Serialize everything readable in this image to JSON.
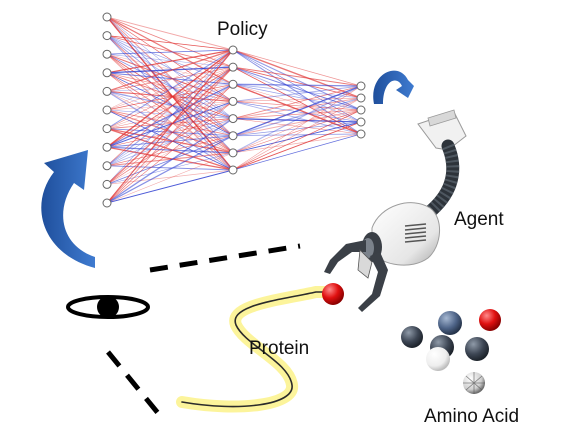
{
  "labels": {
    "policy": "Policy",
    "agent": "Agent",
    "protein": "Protein",
    "amino_acid": "Amino Acid"
  },
  "network": {
    "layer_sizes": [
      11,
      8,
      5
    ],
    "edge_colors": [
      "#e03030",
      "#2a3ad0"
    ]
  },
  "colors": {
    "curved_arrow": "#2d5fb0",
    "node_fill": "#ffffff",
    "node_stroke": "#666666",
    "dashed_line": "#000000",
    "protein_glow": "#fbf28a",
    "red_residue": "#e01010"
  },
  "icons": [
    "eye-icon",
    "robot-arm-icon",
    "curved-arrow-icon"
  ]
}
